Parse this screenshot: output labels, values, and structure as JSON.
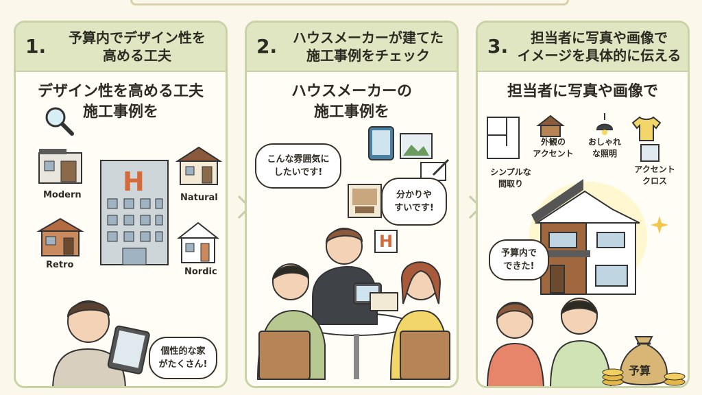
{
  "panels": [
    {
      "number": "1.",
      "title": [
        "予算内でデザイン性を",
        "高める工夫"
      ],
      "subtitle": [
        "デザイン性を高める工夫",
        "施工事例を"
      ],
      "house_styles": [
        "Modern",
        "Natural",
        "Retro",
        "Nordic"
      ],
      "hotel_sign": "H",
      "bubble": [
        "個性的な家",
        "がたくさん!"
      ]
    },
    {
      "number": "2.",
      "title": [
        "ハウスメーカーが建てた",
        "施工事例をチェック"
      ],
      "subtitle": [
        "ハウスメーカーの",
        "施工事例を"
      ],
      "bubble_left": [
        "こんな雰囲気に",
        "したいです!"
      ],
      "bubble_right": [
        "分かりや",
        "すいです!"
      ],
      "sign": "H"
    },
    {
      "number": "3.",
      "title": [
        "担当者に写真や画像で",
        "イメージを具体的に伝える"
      ],
      "subtitle": [
        "担当者に写真や画像で"
      ],
      "labels": {
        "exterior": [
          "外観の",
          "アクセント"
        ],
        "lighting": [
          "おしゃれ",
          "な照明"
        ],
        "layout": [
          "シンプルな",
          "間取り"
        ],
        "cloth": [
          "アクセント",
          "クロス"
        ]
      },
      "bubble": [
        "予算内で",
        "できた!"
      ],
      "bag": "予算"
    }
  ],
  "colors": {
    "background": "#fbf7ea",
    "panel_header": "#dfe6c1",
    "panel_border": "#c9d3a6",
    "hotel_sign": "#d46a3a"
  },
  "icons": [
    "magnifier-icon",
    "tablet-icon",
    "photo-icon",
    "pen-icon",
    "floorplan-icon",
    "house-icon",
    "lamp-icon",
    "shirt-icon",
    "sparkle-icon",
    "money-bag-icon",
    "coin-stack-icon",
    "arrow-right-icon"
  ]
}
